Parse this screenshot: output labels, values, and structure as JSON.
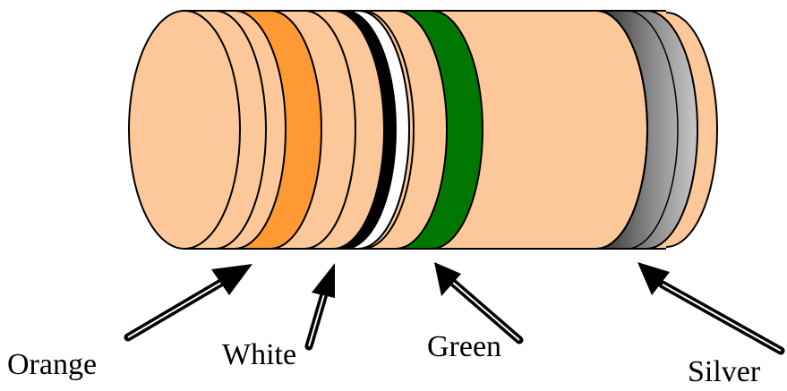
{
  "diagram": {
    "subject": "resistor",
    "colors": {
      "body": "#FDC899",
      "outline": "#000000",
      "orange": "#FF9933",
      "black": "#000000",
      "white": "#FFFFFF",
      "green": "#007700",
      "silver_dark": "#3a3a3a",
      "silver_light": "#b8b8b8"
    },
    "bands": [
      {
        "label": "Orange",
        "color": "orange"
      },
      {
        "label": "White",
        "color": "white"
      },
      {
        "label": "Green",
        "color": "green"
      },
      {
        "label": "Silver",
        "color": "silver"
      }
    ]
  }
}
